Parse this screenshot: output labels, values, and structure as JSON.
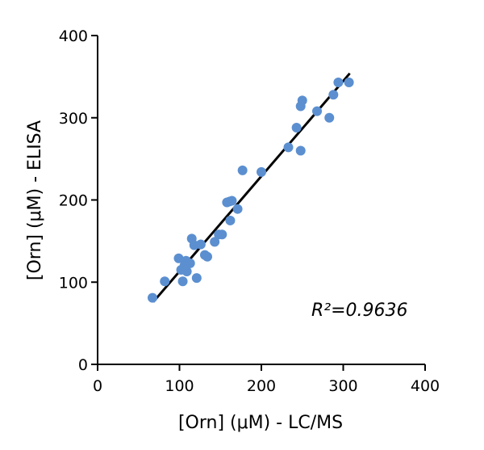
{
  "chart_data": {
    "type": "scatter",
    "xlabel": "[Orn] (μM) - LC/MS",
    "ylabel": "[Orn] (μM) - ELISA",
    "xlim": [
      0,
      400
    ],
    "ylim": [
      0,
      400
    ],
    "xticks": [
      "0",
      "100",
      "200",
      "300",
      "400"
    ],
    "yticks": [
      "0",
      "100",
      "200",
      "300",
      "400"
    ],
    "grid": false,
    "point_color": "#5b8fd0",
    "annotation": "R²=0.9636",
    "fit_line": {
      "x": [
        68,
        308
      ],
      "y": [
        76,
        354
      ]
    },
    "series": [
      {
        "points": [
          [
            67,
            81
          ],
          [
            82,
            101
          ],
          [
            99,
            129
          ],
          [
            102,
            115
          ],
          [
            104,
            101
          ],
          [
            106,
            120
          ],
          [
            108,
            126
          ],
          [
            109,
            113
          ],
          [
            113,
            123
          ],
          [
            115,
            153
          ],
          [
            118,
            145
          ],
          [
            121,
            105
          ],
          [
            126,
            146
          ],
          [
            131,
            133
          ],
          [
            134,
            131
          ],
          [
            143,
            149
          ],
          [
            148,
            158
          ],
          [
            152,
            158
          ],
          [
            158,
            197
          ],
          [
            161,
            198
          ],
          [
            162,
            175
          ],
          [
            164,
            199
          ],
          [
            171,
            189
          ],
          [
            177,
            236
          ],
          [
            200,
            234
          ],
          [
            233,
            264
          ],
          [
            243,
            288
          ],
          [
            248,
            314
          ],
          [
            248,
            260
          ],
          [
            250,
            321
          ],
          [
            268,
            308
          ],
          [
            283,
            300
          ],
          [
            288,
            328
          ],
          [
            294,
            343
          ],
          [
            307,
            343
          ]
        ]
      }
    ]
  }
}
